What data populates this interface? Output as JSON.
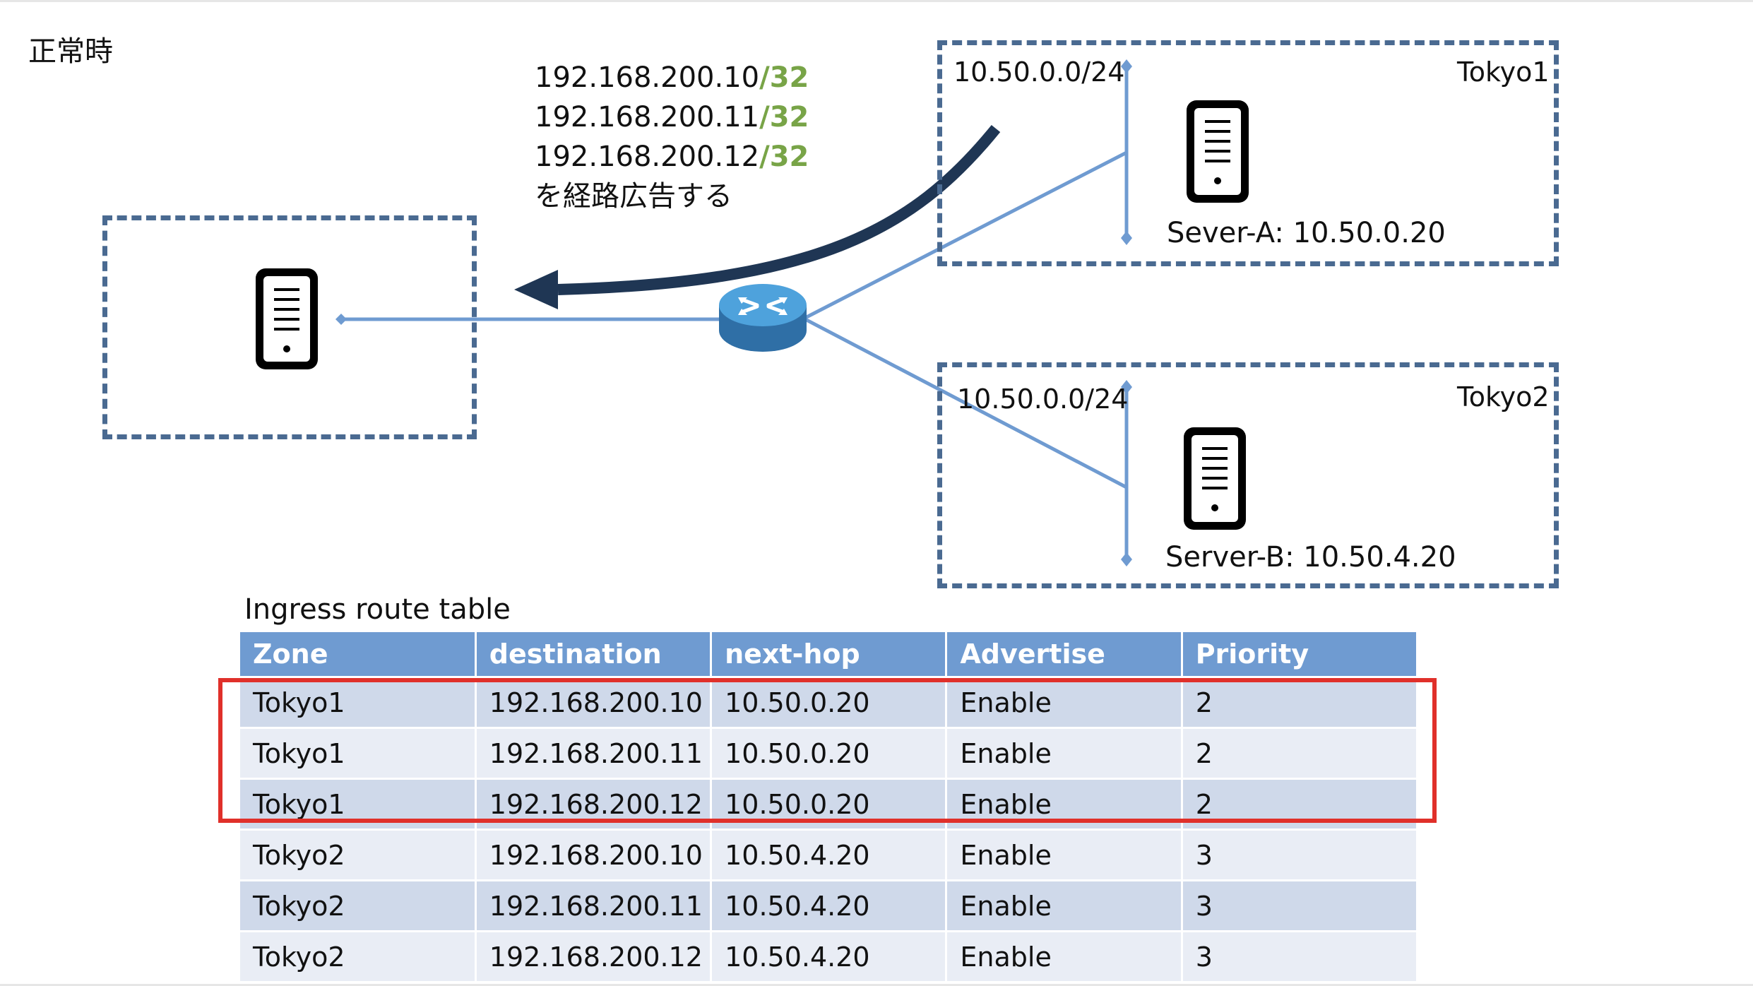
{
  "title": "正常時",
  "advertisement": {
    "prefixes": [
      {
        "address": "192.168.200.10",
        "mask": "/32"
      },
      {
        "address": "192.168.200.11",
        "mask": "/32"
      },
      {
        "address": "192.168.200.12",
        "mask": "/32"
      }
    ],
    "caption": "を経路広告する"
  },
  "zones": {
    "tokyo1": {
      "name": "Tokyo1",
      "subnet": "10.50.0.0/24",
      "server_label": "Sever-A: 10.50.0.20"
    },
    "tokyo2": {
      "name": "Tokyo2",
      "subnet": "10.50.0.0/24",
      "server_label": "Server-B: 10.50.4.20"
    }
  },
  "route_table": {
    "caption": "Ingress route table",
    "columns": [
      "Zone",
      "destination",
      "next-hop",
      "Advertise",
      "Priority"
    ],
    "rows": [
      [
        "Tokyo1",
        "192.168.200.10",
        "10.50.0.20",
        "Enable",
        "2"
      ],
      [
        "Tokyo1",
        "192.168.200.11",
        "10.50.0.20",
        "Enable",
        "2"
      ],
      [
        "Tokyo1",
        "192.168.200.12",
        "10.50.0.20",
        "Enable",
        "2"
      ],
      [
        "Tokyo2",
        "192.168.200.10",
        "10.50.4.20",
        "Enable",
        "3"
      ],
      [
        "Tokyo2",
        "192.168.200.11",
        "10.50.4.20",
        "Enable",
        "3"
      ],
      [
        "Tokyo2",
        "192.168.200.12",
        "10.50.4.20",
        "Enable",
        "3"
      ]
    ],
    "highlighted_rows": [
      0,
      1,
      2
    ]
  },
  "colors": {
    "zone_border": "#4a6a91",
    "link_line": "#6f9bd1",
    "arrow": "#1f3654",
    "mask_green": "#78a447",
    "table_header": "#6f9bd1",
    "highlight": "#e0302a",
    "router": "#2f78b4"
  },
  "icons": [
    "server-icon",
    "router-icon",
    "route-advertisement-arrow"
  ]
}
